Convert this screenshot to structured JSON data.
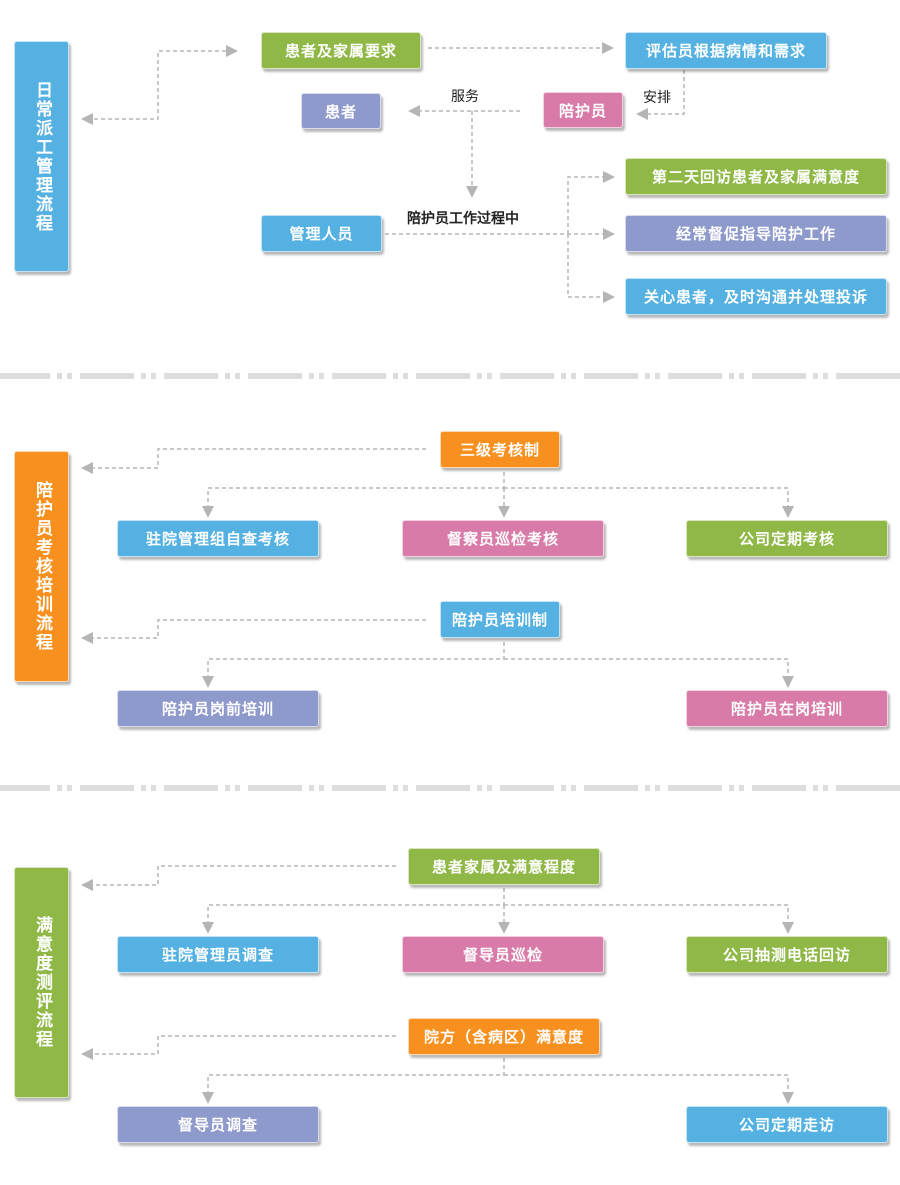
{
  "colors": {
    "green": "#8fb847",
    "blue": "#54b1e2",
    "purple": "#8e99cc",
    "pink": "#d97ba9",
    "orange": "#f7901e",
    "connector": "#b5b5b5",
    "divider": "#dddddd"
  },
  "section1": {
    "title": "日常派工管理流程",
    "request": "患者及家属要求",
    "assessor": "评估员根据病情和需求",
    "patient": "患者",
    "caregiver": "陪护员",
    "service_label": "服务",
    "arrange_label": "安排",
    "manager": "管理人员",
    "process_label": "陪护员工作过程中",
    "followup": "第二天回访患者及家属满意度",
    "supervise": "经常督促指导陪护工作",
    "care": "关心患者，及时沟通并处理投诉"
  },
  "section2": {
    "title": "陪护员考核培训流程",
    "assessment": "三级考核制",
    "resident_check": "驻院管理组自查考核",
    "inspector_check": "督察员巡检考核",
    "company_check": "公司定期考核",
    "training": "陪护员培训制",
    "pre_training": "陪护员岗前培训",
    "onjob_training": "陪护员在岗培训"
  },
  "section3": {
    "title": "满意度测评流程",
    "family_satisfaction": "患者家属及满意程度",
    "resident_survey": "驻院管理员调查",
    "supervisor_patrol": "督导员巡检",
    "company_callback": "公司抽测电话回访",
    "hospital_satisfaction": "院方（含病区）满意度",
    "supervisor_survey": "督导员调查",
    "company_visit": "公司定期走访"
  }
}
